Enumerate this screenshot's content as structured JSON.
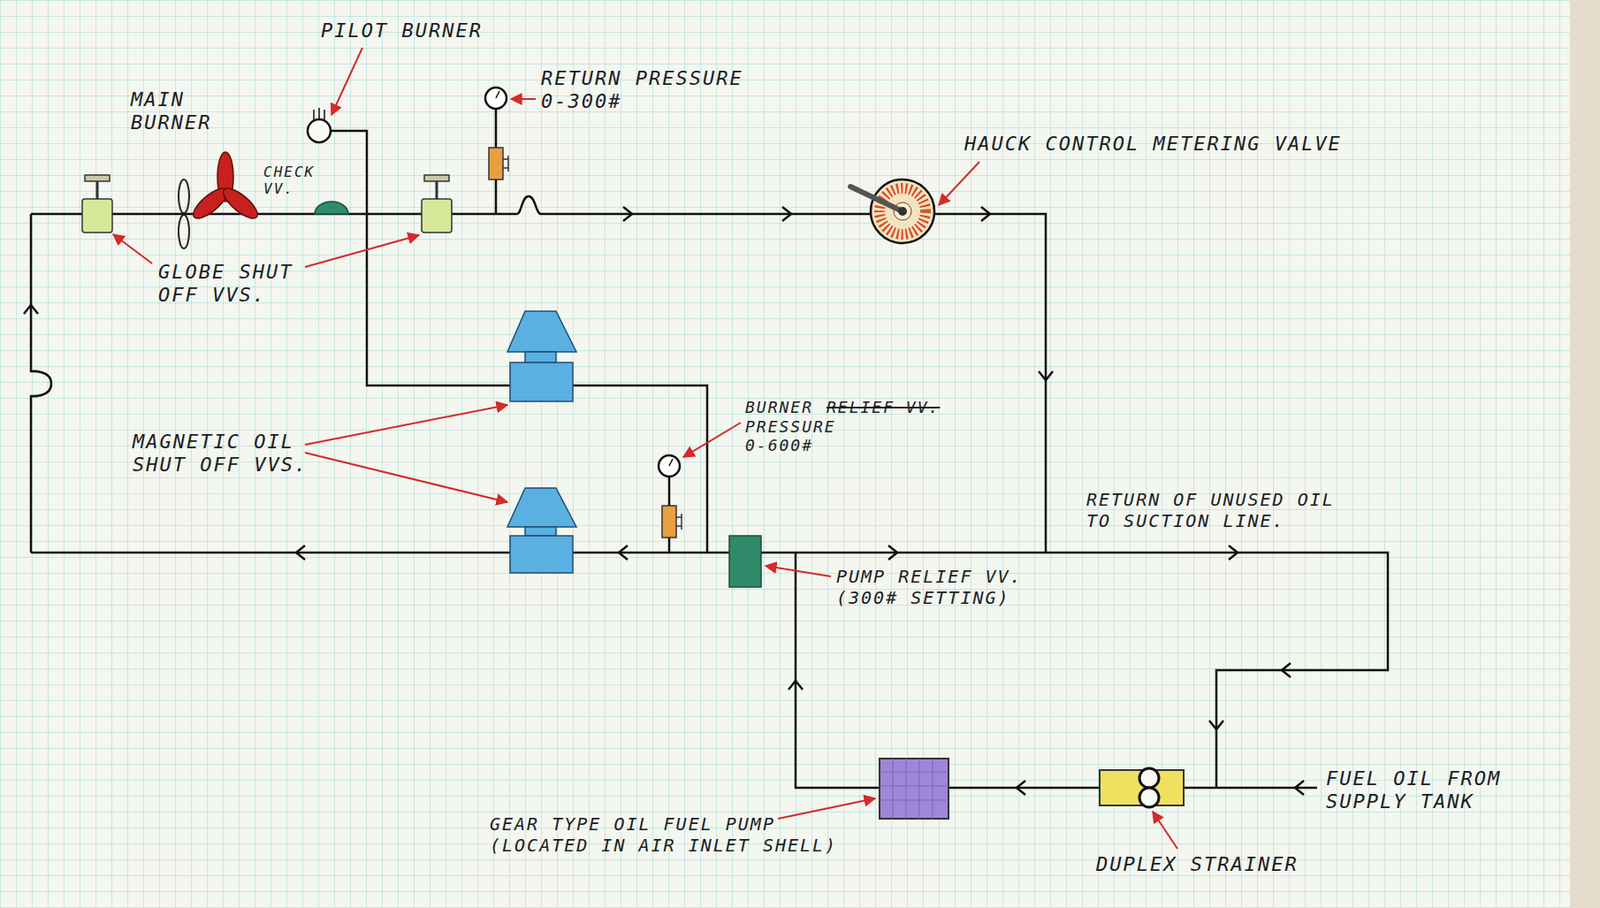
{
  "diagram": {
    "labels": [
      "PILOT BURNER",
      "RETURN PRESSURE 0-300#",
      "MAIN BURNER",
      "CHECK VV.",
      "GLOBE SHUT OFF VVS.",
      "MAGNETIC OIL SHUT OFF VVS.",
      "BURNER PRESSURE 0-600#",
      "RELIEF VV.",
      "HAUCK CONTROL METERING VALVE",
      "RETURN OF UNUSED OIL TO SUCTION LINE.",
      "PUMP RELIEF VV. (300# SETTING)",
      "GEAR TYPE OIL FUEL PUMP (LOCATED IN AIR INLET SHELL)",
      "DUPLEX STRAINER",
      "FUEL OIL FROM SUPPLY TANK"
    ]
  }
}
